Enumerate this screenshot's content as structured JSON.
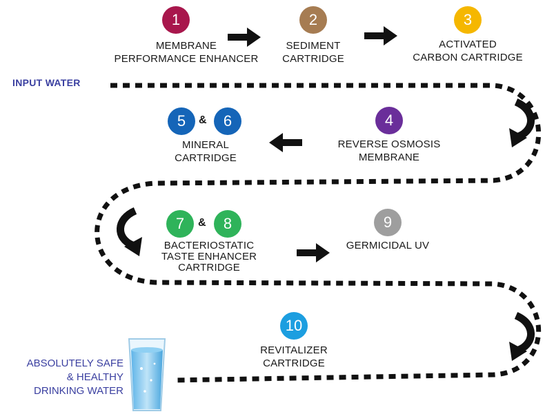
{
  "input_label": "INPUT WATER",
  "output_label": [
    "ABSOLUTELY SAFE",
    "& HEALTHY",
    "DRINKING WATER"
  ],
  "ampersand": "&",
  "colors": {
    "step1": "#a8174c",
    "step2": "#a67c52",
    "step3": "#f5b700",
    "step4": "#6a2e9a",
    "step56": "#1565b8",
    "step78": "#2fb35a",
    "step9": "#9e9e9e",
    "step10": "#1c9ee0",
    "text_accent": "#3a3fa0",
    "path": "#111111"
  },
  "steps": [
    {
      "num": "1",
      "lines": [
        "MEMBRANE",
        "PERFORMANCE ENHANCER"
      ]
    },
    {
      "num": "2",
      "lines": [
        "SEDIMENT",
        "CARTRIDGE"
      ]
    },
    {
      "num": "3",
      "lines": [
        "ACTIVATED",
        "CARBON CARTRIDGE"
      ]
    },
    {
      "num": "4",
      "lines": [
        "REVERSE OSMOSIS",
        "MEMBRANE"
      ]
    },
    {
      "nums": [
        "5",
        "6"
      ],
      "lines": [
        "MINERAL",
        "CARTRIDGE"
      ]
    },
    {
      "nums": [
        "7",
        "8"
      ],
      "lines": [
        "BACTERIOSTATIC",
        "TASTE ENHANCER",
        "CARTRIDGE"
      ]
    },
    {
      "num": "9",
      "lines": [
        "GERMICIDAL UV"
      ]
    },
    {
      "num": "10",
      "lines": [
        "REVITALIZER",
        "CARTRIDGE"
      ]
    }
  ]
}
